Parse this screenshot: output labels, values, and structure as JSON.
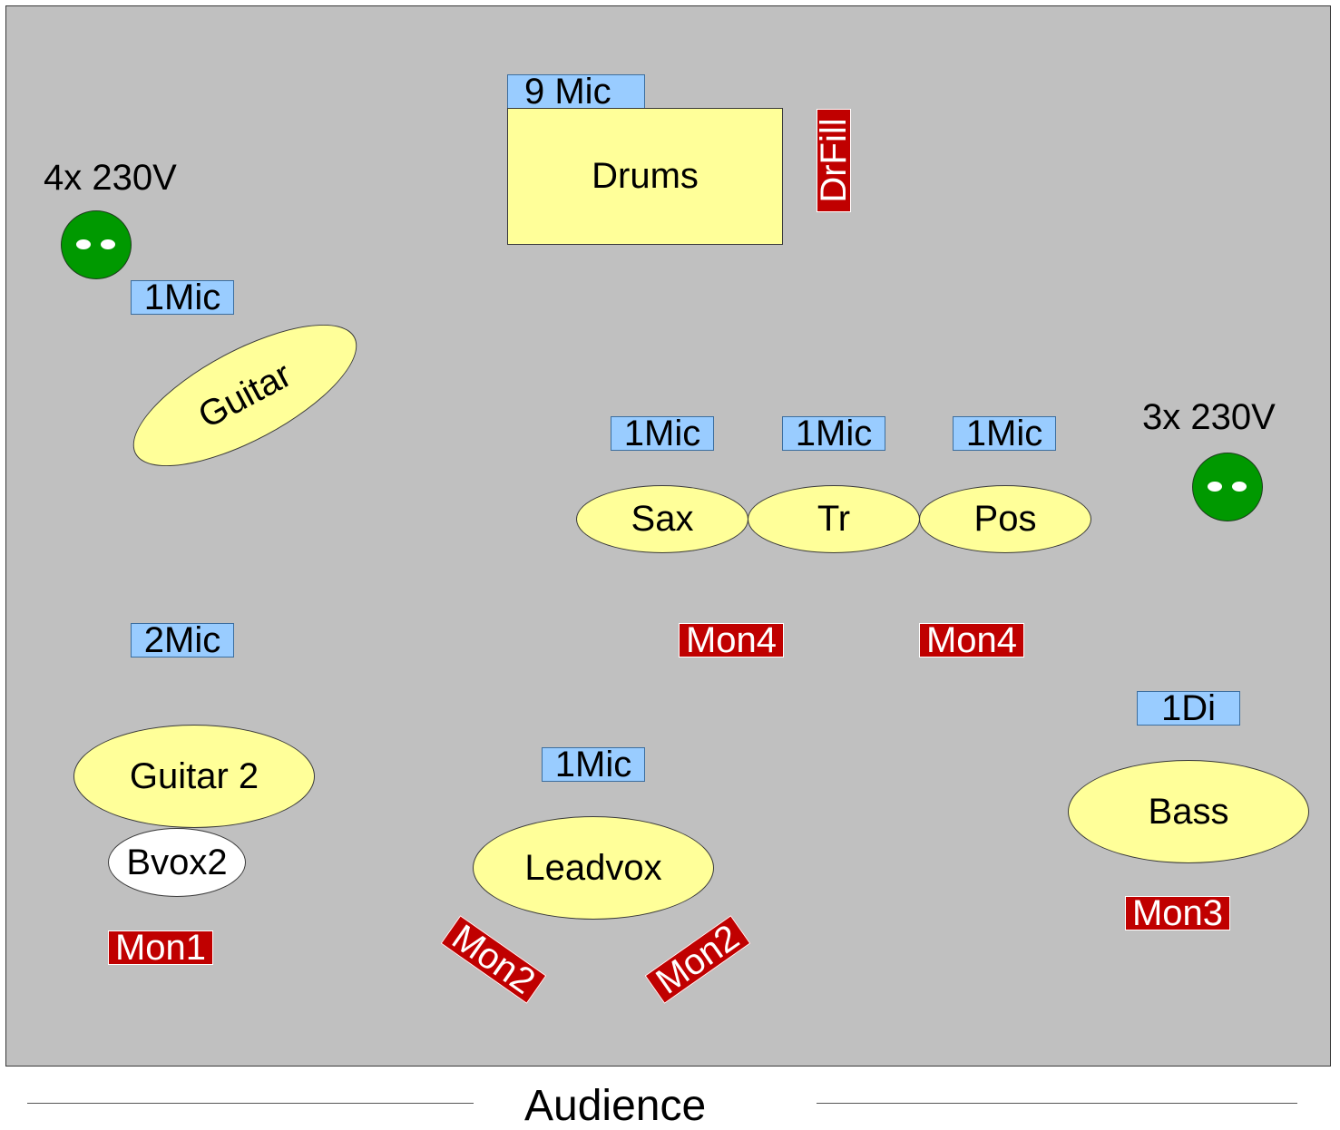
{
  "power": [
    {
      "label": "4x 230V",
      "icon": "power-outlet-icon"
    },
    {
      "label": "3x 230V",
      "icon": "power-outlet-icon"
    }
  ],
  "drums": {
    "label": "Drums",
    "mic": "9 Mic",
    "fill": "DrFill"
  },
  "instruments": {
    "guitar": "Guitar",
    "guitar2": "Guitar 2",
    "bvox2": "Bvox2",
    "leadvox": "Leadvox",
    "sax": "Sax",
    "tr": "Tr",
    "pos": "Pos",
    "bass": "Bass"
  },
  "inputs": {
    "guitar_mic": "1Mic",
    "guitar2_mic": "2Mic",
    "sax_mic": "1Mic",
    "tr_mic": "1Mic",
    "pos_mic": "1Mic",
    "leadvox_mic": "1Mic",
    "bass_di": "1Di"
  },
  "monitors": {
    "mon1": "Mon1",
    "mon2_left": "Mon2",
    "mon2_right": "Mon2",
    "mon3": "Mon3",
    "mon4_left": "Mon4",
    "mon4_right": "Mon4"
  },
  "audience": "Audience",
  "colors": {
    "stage": "#c0c0c0",
    "instrument": "#ffff99",
    "mic_label": "#99ccff",
    "monitor": "#c00000",
    "power": "#009900",
    "backing_vocal": "#ffffff"
  }
}
